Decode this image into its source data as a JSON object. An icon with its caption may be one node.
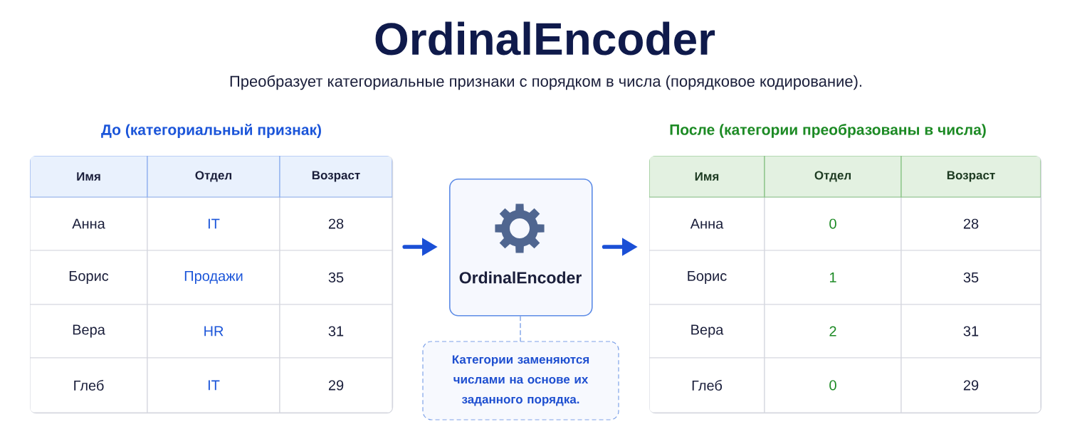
{
  "diagram": {
    "title": "OrdinalEncoder",
    "nodes": [
      {
        "text": [
          "До (категориальный признак)"
        ]
      },
      {
        "text": [
          "Имя"
        ],
        "in": 0
      },
      {
        "text": [
          "Отдел"
        ],
        "in": 0
      },
      {
        "text": [
          "Возраст"
        ],
        "in": 0
      },
      {
        "text": [
          "Анна"
        ],
        "in": 0
      },
      {
        "text": [
          "IT"
        ],
        "in": 0
      },
      {
        "text": [
          "28"
        ],
        "in": 0
      },
      {
        "text": [
          "Борис"
        ],
        "in": 0
      },
      {
        "text": [
          "Продажи"
        ],
        "in": 0
      },
      {
        "text": [
          "35"
        ],
        "in": 0
      },
      {
        "text": [
          "Вера"
        ],
        "in": 0
      },
      {
        "text": [
          "HR"
        ],
        "in": 0
      },
      {
        "text": [
          "31"
        ],
        "in": 0
      },
      {
        "text": [
          "Глеб"
        ],
        "in": 0
      },
      {
        "text": [
          "IT"
        ],
        "in": 0
      },
      {
        "text": [
          "29"
        ],
        "in": 0
      },
      {
        "text": [
          "OrdinalEncoder"
        ]
      },
      {
        "text": [
          "Категории заменяются числами на основе их заданного порядка."
        ]
      },
      {
        "text": [
          "После (категории преобразованы в числа)"
        ]
      },
      {
        "text": [
          "Имя"
        ],
        "in": 18
      },
      {
        "text": [
          "Отдел"
        ],
        "in": 18
      },
      {
        "text": [
          "Возраст"
        ],
        "in": 18
      },
      {
        "text": [
          "Анна"
        ],
        "in": 18
      },
      {
        "text": [
          "0"
        ],
        "in": 18
      },
      {
        "text": [
          "28"
        ],
        "in": 18
      },
      {
        "text": [
          "Борис"
        ],
        "in": 18
      },
      {
        "text": [
          "1"
        ],
        "in": 18
      },
      {
        "text": [
          "35"
        ],
        "in": 18
      },
      {
        "text": [
          "Вера"
        ],
        "in": 18
      },
      {
        "text": [
          "2"
        ],
        "in": 18
      },
      {
        "text": [
          "31"
        ],
        "in": 18
      },
      {
        "text": [
          "Глеб"
        ],
        "in": 18
      },
      {
        "text": [
          "0"
        ],
        "in": 18
      },
      {
        "text": [
          "29"
        ],
        "in": 18
      }
    ],
    "edges": [
      {
        "from": 0,
        "to": 16,
        "arrow": "to"
      },
      {
        "from": 16,
        "to": 18,
        "arrow": "to"
      },
      {
        "from": 16,
        "to": 17,
        "arrow": "none",
        "style": "dashed",
        "color": "#7ea2e8"
      }
    ],
    "labels": [
      "Преобразует категориальные признаки с порядком в числа (порядковое кодирование)."
    ]
  }
}
